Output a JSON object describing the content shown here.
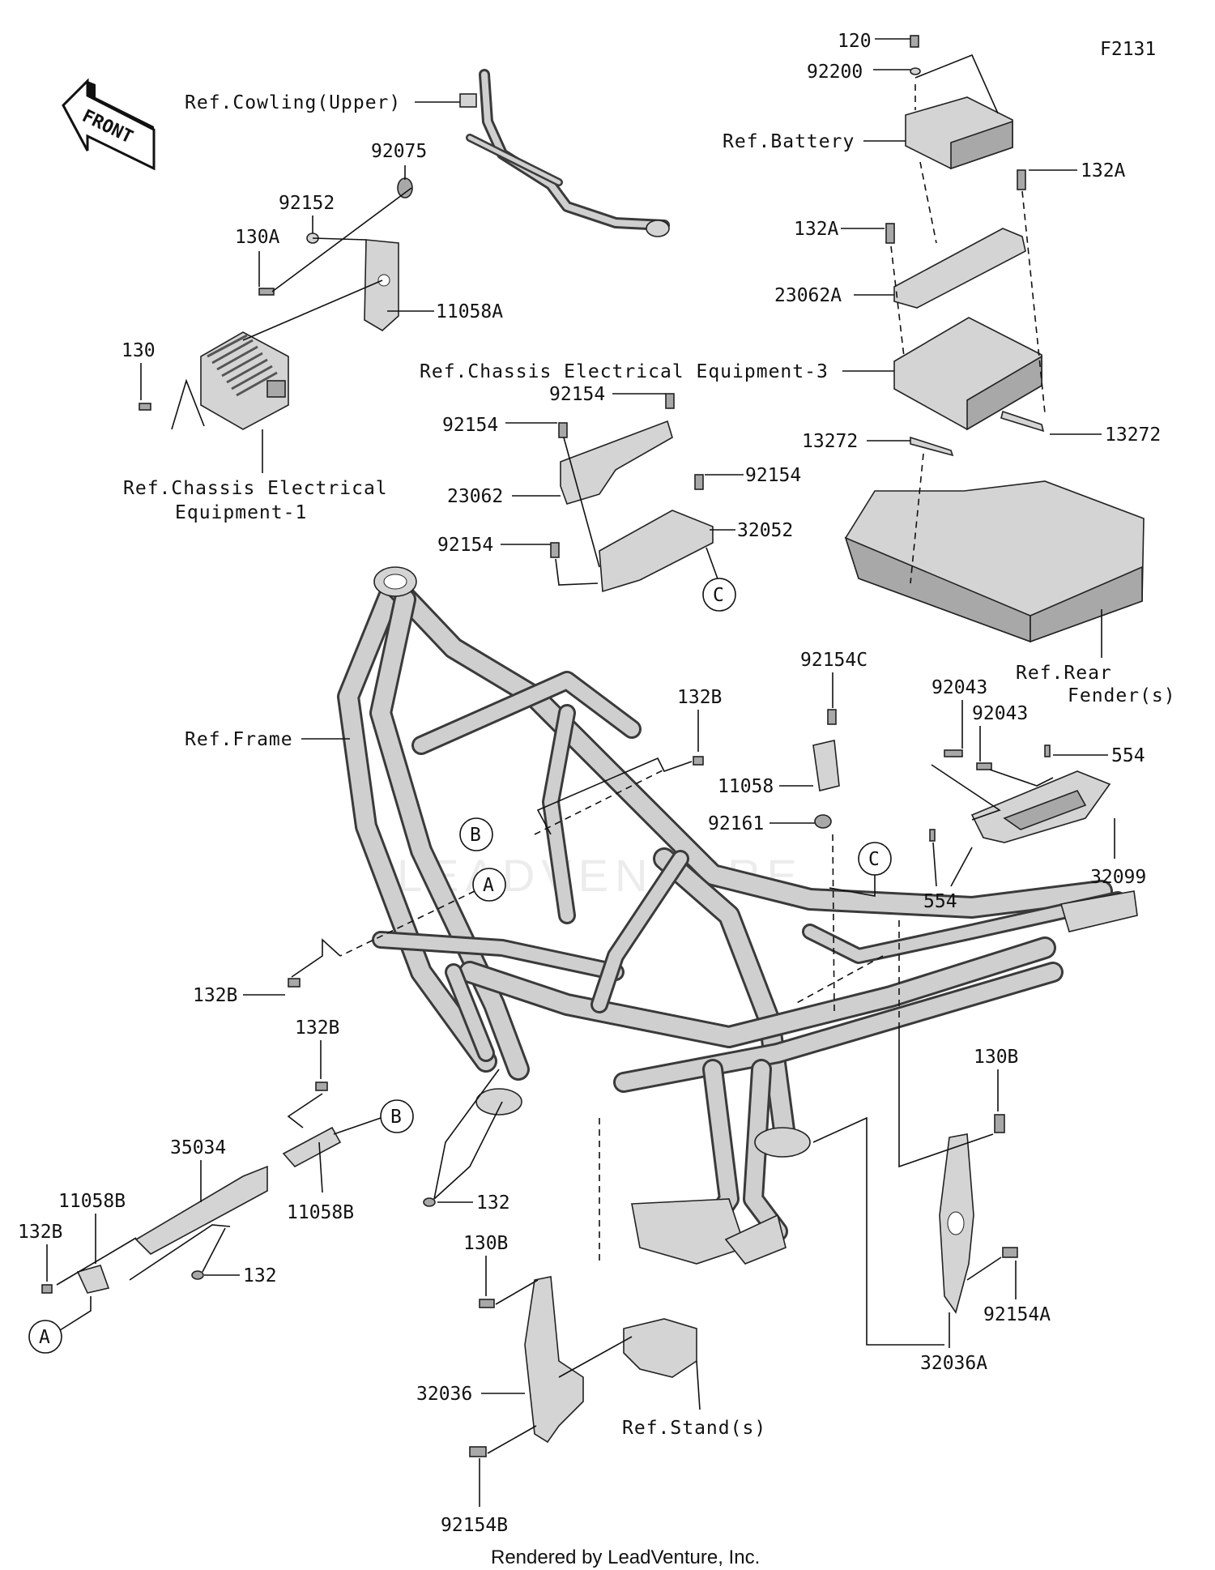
{
  "diagram_id": "F2131",
  "front_arrow": "FRONT",
  "watermark": "LEADVENTURE",
  "footer": "Rendered by LeadVenture, Inc.",
  "callouts": {
    "a": "A",
    "b": "B",
    "c": "C"
  },
  "labels": {
    "p120": "120",
    "p92200": "92200",
    "ref_battery": "Ref.Battery",
    "p132A_r": "132A",
    "p132A_l": "132A",
    "p23062A": "23062A",
    "ref_cowling": "Ref.Cowling(Upper)",
    "p92075": "92075",
    "p92152": "92152",
    "p130A": "130A",
    "p11058A": "11058A",
    "p130": "130",
    "ref_chassis_elec_1_l1": "Ref.Chassis Electrical",
    "ref_chassis_elec_1_l2": "Equipment-1",
    "ref_chassis_elec_3": "Ref.Chassis Electrical Equipment-3",
    "p92154_a": "92154",
    "p92154_b": "92154",
    "p92154_c": "92154",
    "p92154_d": "92154",
    "p23062": "23062",
    "p32052": "32052",
    "p13272_l": "13272",
    "p13272_r": "13272",
    "ref_rear_fender_l1": "Ref.Rear",
    "ref_rear_fender_l2": "Fender(s)",
    "p92154C": "92154C",
    "p132B_top": "132B",
    "ref_frame": "Ref.Frame",
    "p11058": "11058",
    "p92161": "92161",
    "p92043_a": "92043",
    "p92043_b": "92043",
    "p554_a": "554",
    "p554_b": "554",
    "p32099": "32099",
    "p132B_left": "132B",
    "p132B_mid": "132B",
    "p35034": "35034",
    "p11058B_l": "11058B",
    "p11058B_m": "11058B",
    "p132B_bl": "132B",
    "p132_a": "132",
    "p132_b": "132",
    "p130B_r": "130B",
    "p130B_l": "130B",
    "p92154A": "92154A",
    "p32036A": "32036A",
    "p32036": "32036",
    "ref_stand": "Ref.Stand(s)",
    "p92154B": "92154B"
  }
}
